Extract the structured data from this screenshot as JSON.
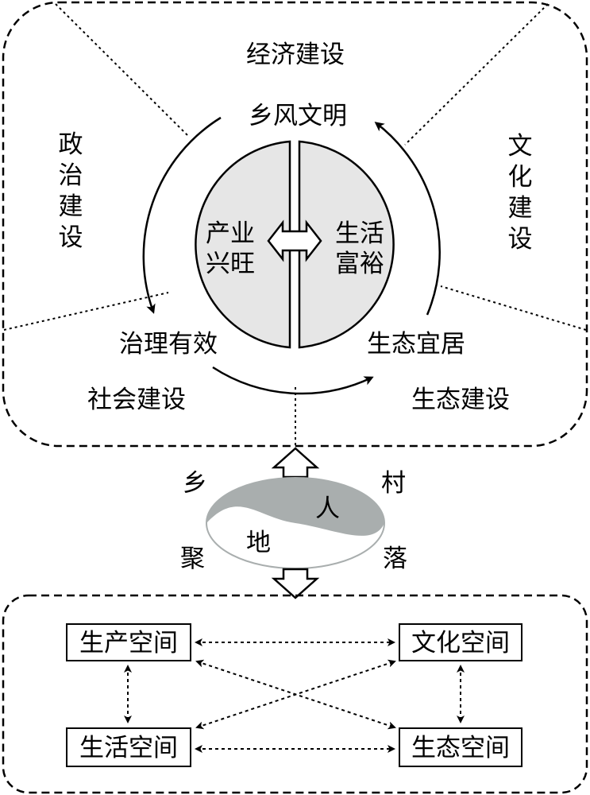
{
  "top": {
    "sections": {
      "economic": "经济建设",
      "political": "政治建设",
      "cultural": "文化建设",
      "social": "社会建设",
      "ecological": "生态建设"
    },
    "cycle": {
      "civility": "乡风文明",
      "governance": "治理有效",
      "livable": "生态宜居"
    },
    "core": {
      "industry": "产业兴旺",
      "prosperity": "生活富裕"
    }
  },
  "middle": {
    "corners": [
      "乡",
      "村",
      "聚",
      "落"
    ],
    "people": "人",
    "land": "地"
  },
  "bottom": {
    "boxes": {
      "production": "生产空间",
      "culture": "文化空间",
      "living": "生活空间",
      "ecology": "生态空间"
    }
  },
  "colors": {
    "circle_fill": "#e6e6e6",
    "yin_fill": "#a9aeae",
    "line": "#000000"
  }
}
